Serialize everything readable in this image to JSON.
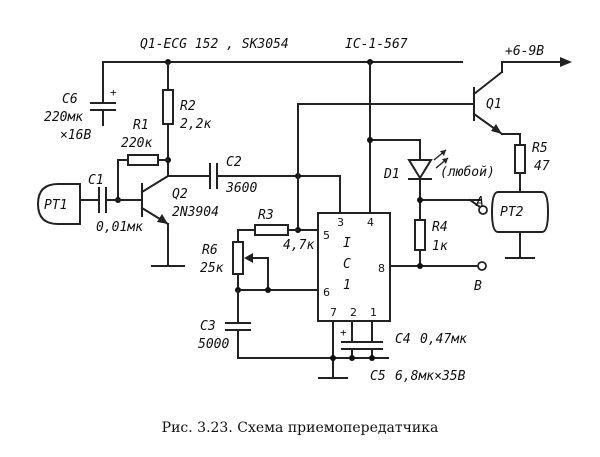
{
  "header": {
    "devices": "Q1-ECG 152 , SK3054",
    "ic": "IC-1-567",
    "supply": "+6-9В"
  },
  "components": {
    "c6": {
      "name": "C6",
      "value": "220мк",
      "voltage": "×16В"
    },
    "r1": {
      "name": "R1",
      "value": "220к"
    },
    "r2": {
      "name": "R2",
      "value": "2,2к"
    },
    "c2": {
      "name": "C2",
      "value": "3600"
    },
    "c1": {
      "name": "C1",
      "value": "0,01мк"
    },
    "q2": {
      "name": "Q2",
      "value": "2N3904"
    },
    "pt1": {
      "name": "PT1"
    },
    "r3": {
      "name": "R3",
      "value": "4,7к"
    },
    "r6": {
      "name": "R6",
      "value": "25к"
    },
    "c3": {
      "name": "C3",
      "value": "5000"
    },
    "ic": {
      "letters": [
        "I",
        "C",
        "1"
      ],
      "pins": [
        "3",
        "4",
        "5",
        "8",
        "6",
        "7",
        "2",
        "1"
      ]
    },
    "d1": {
      "name": "D1",
      "note": "(любой)"
    },
    "r4": {
      "name": "R4",
      "value": "1к"
    },
    "c4": {
      "name": "C4",
      "value": "0,47мк"
    },
    "c5": {
      "name": "C5",
      "value": "6,8мк×35В"
    },
    "q1": {
      "name": "Q1"
    },
    "r5": {
      "name": "R5",
      "value": "47"
    },
    "pt2": {
      "name": "PT2"
    },
    "terminal_a": "A",
    "terminal_b": "B",
    "plus": "+"
  },
  "caption": "Рис. 3.23. Схема приемопередатчика"
}
